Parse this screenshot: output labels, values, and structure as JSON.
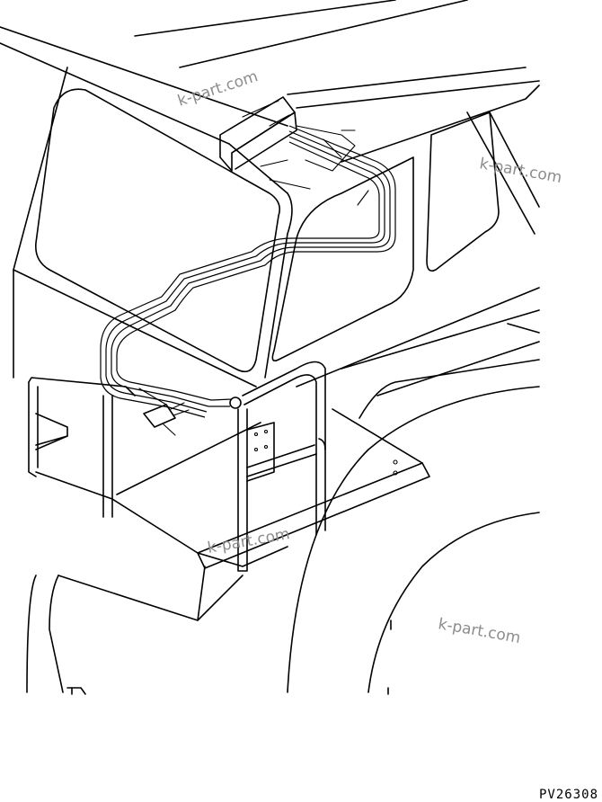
{
  "drawing": {
    "part_code": "PV26308",
    "watermarks": [
      "k-part.com",
      "k-part.com",
      "k-part.com",
      "k-part.com"
    ]
  }
}
